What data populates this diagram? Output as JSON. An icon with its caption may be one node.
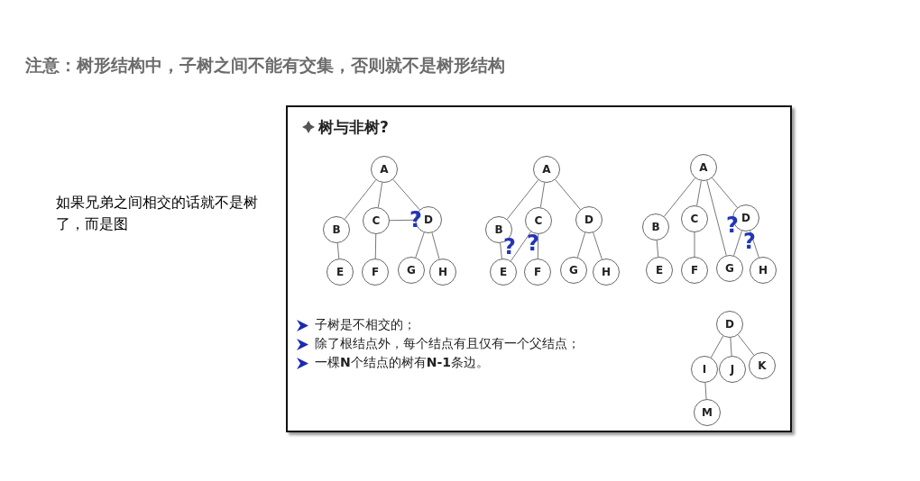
{
  "diagram": {
    "title": "注意：树形结构中，子树之间不能有交集，否则就不是树形结构",
    "nodes": [
      {
        "text": [
          "树与非树?",
          "子树是不相交的；",
          "除了根结点外，每个结点有且仅有一个父结点；",
          "一棵**N**个结点的树有**N-1**条边。"
        ]
      },
      {
        "text": [
          "A"
        ],
        "in": 0
      },
      {
        "text": [
          "B"
        ],
        "in": 0
      },
      {
        "text": [
          "C"
        ],
        "in": 0
      },
      {
        "text": [
          "D"
        ],
        "in": 0
      },
      {
        "text": [
          "E"
        ],
        "in": 0
      },
      {
        "text": [
          "F"
        ],
        "in": 0
      },
      {
        "text": [
          "G"
        ],
        "in": 0
      },
      {
        "text": [
          "H"
        ],
        "in": 0
      },
      {
        "text": [
          "A"
        ],
        "in": 0
      },
      {
        "text": [
          "B"
        ],
        "in": 0
      },
      {
        "text": [
          "C"
        ],
        "in": 0
      },
      {
        "text": [
          "D"
        ],
        "in": 0
      },
      {
        "text": [
          "E"
        ],
        "in": 0
      },
      {
        "text": [
          "F"
        ],
        "in": 0
      },
      {
        "text": [
          "G"
        ],
        "in": 0
      },
      {
        "text": [
          "H"
        ],
        "in": 0
      },
      {
        "text": [
          "A"
        ],
        "in": 0
      },
      {
        "text": [
          "B"
        ],
        "in": 0
      },
      {
        "text": [
          "C"
        ],
        "in": 0
      },
      {
        "text": [
          "D"
        ],
        "in": 0
      },
      {
        "text": [
          "E"
        ],
        "in": 0
      },
      {
        "text": [
          "F"
        ],
        "in": 0
      },
      {
        "text": [
          "G"
        ],
        "in": 0
      },
      {
        "text": [
          "H"
        ],
        "in": 0
      },
      {
        "text": [
          "D"
        ],
        "in": 0
      },
      {
        "text": [
          "I"
        ],
        "in": 0
      },
      {
        "text": [
          "J"
        ],
        "in": 0
      },
      {
        "text": [
          "K"
        ],
        "in": 0
      },
      {
        "text": [
          "M"
        ],
        "in": 0
      }
    ],
    "edges": [
      {
        "from": 1,
        "to": 2,
        "arrow": "none"
      },
      {
        "from": 1,
        "to": 3,
        "arrow": "none"
      },
      {
        "from": 1,
        "to": 4,
        "arrow": "none"
      },
      {
        "from": 2,
        "to": 5,
        "arrow": "none"
      },
      {
        "from": 3,
        "to": 6,
        "arrow": "none"
      },
      {
        "from": 3,
        "to": 4,
        "arrow": "none"
      },
      {
        "from": 4,
        "to": 7,
        "arrow": "none"
      },
      {
        "from": 4,
        "to": 8,
        "arrow": "none"
      },
      {
        "from": 9,
        "to": 10,
        "arrow": "none"
      },
      {
        "from": 9,
        "to": 11,
        "arrow": "none"
      },
      {
        "from": 9,
        "to": 12,
        "arrow": "none"
      },
      {
        "from": 10,
        "to": 13,
        "arrow": "none"
      },
      {
        "from": 11,
        "to": 13,
        "arrow": "none"
      },
      {
        "from": 11,
        "to": 14,
        "arrow": "none"
      },
      {
        "from": 12,
        "to": 15,
        "arrow": "none"
      },
      {
        "from": 12,
        "to": 16,
        "arrow": "none"
      },
      {
        "from": 17,
        "to": 18,
        "arrow": "none"
      },
      {
        "from": 17,
        "to": 19,
        "arrow": "none"
      },
      {
        "from": 17,
        "to": 23,
        "arrow": "none"
      },
      {
        "from": 17,
        "to": 20,
        "arrow": "none"
      },
      {
        "from": 18,
        "to": 21,
        "arrow": "none"
      },
      {
        "from": 19,
        "to": 22,
        "arrow": "none"
      },
      {
        "from": 20,
        "to": 23,
        "arrow": "none"
      },
      {
        "from": 20,
        "to": 24,
        "arrow": "none"
      },
      {
        "from": 25,
        "to": 26,
        "arrow": "none"
      },
      {
        "from": 25,
        "to": 27,
        "arrow": "none"
      },
      {
        "from": 25,
        "to": 28,
        "arrow": "none"
      },
      {
        "from": 26,
        "to": 29,
        "arrow": "none"
      }
    ],
    "labels": [
      "如果兄弟之间相交的话就不是树了，而是图",
      "?",
      "?",
      "?",
      "?",
      "?"
    ]
  }
}
